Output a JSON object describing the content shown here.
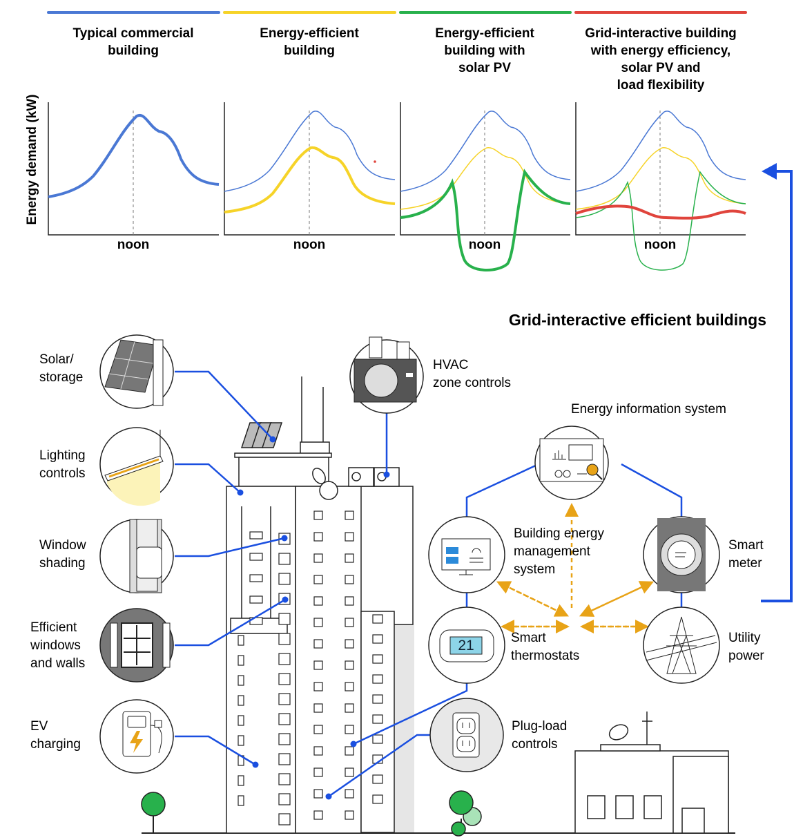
{
  "panels": [
    {
      "title_lines": [
        "Typical commercial",
        "building"
      ],
      "color": "#4a78d4",
      "x_label": "noon"
    },
    {
      "title_lines": [
        "Energy-efficient",
        "building"
      ],
      "color": "#f6d328",
      "x_label": "noon"
    },
    {
      "title_lines": [
        "Energy-efficient",
        "building with",
        "solar PV"
      ],
      "color": "#28b14c",
      "x_label": "noon"
    },
    {
      "title_lines": [
        "Grid-interactive building",
        "with energy efficiency,",
        "solar PV and",
        "load flexibility"
      ],
      "color": "#e0443c",
      "x_label": "noon"
    }
  ],
  "y_axis_label": "Energy demand (kW)",
  "main_title": "Grid-interactive efficient buildings",
  "left_features": [
    {
      "lines": [
        "Solar/",
        "storage"
      ],
      "icon": "solar-panel-icon"
    },
    {
      "lines": [
        "Lighting",
        "controls"
      ],
      "icon": "light-fixture-icon"
    },
    {
      "lines": [
        "Window",
        "shading"
      ],
      "icon": "window-shade-icon"
    },
    {
      "lines": [
        "Efficient",
        "windows",
        "and walls"
      ],
      "icon": "window-icon"
    },
    {
      "lines": [
        "EV",
        "charging"
      ],
      "icon": "ev-charger-icon"
    }
  ],
  "hvac": {
    "lines": [
      "HVAC",
      "zone controls"
    ],
    "icon": "hvac-unit-icon"
  },
  "eis": {
    "label": "Energy information system",
    "icon": "dashboard-icon"
  },
  "bems": {
    "lines": [
      "Building energy",
      "management",
      "system"
    ],
    "icon": "monitor-icon"
  },
  "smart_meter": {
    "lines": [
      "Smart",
      "meter"
    ],
    "icon": "meter-icon"
  },
  "thermostat": {
    "lines": [
      "Smart",
      "thermostats"
    ],
    "reading": "21",
    "icon": "thermostat-icon"
  },
  "utility": {
    "lines": [
      "Utility",
      "power"
    ],
    "icon": "power-tower-icon"
  },
  "plug_load": {
    "lines": [
      "Plug-load",
      "controls"
    ],
    "icon": "outlet-icon"
  },
  "colors": {
    "connector": "#1a4fe0",
    "arrow": "#e8a317",
    "building_shadow": "#e6e6e6"
  }
}
